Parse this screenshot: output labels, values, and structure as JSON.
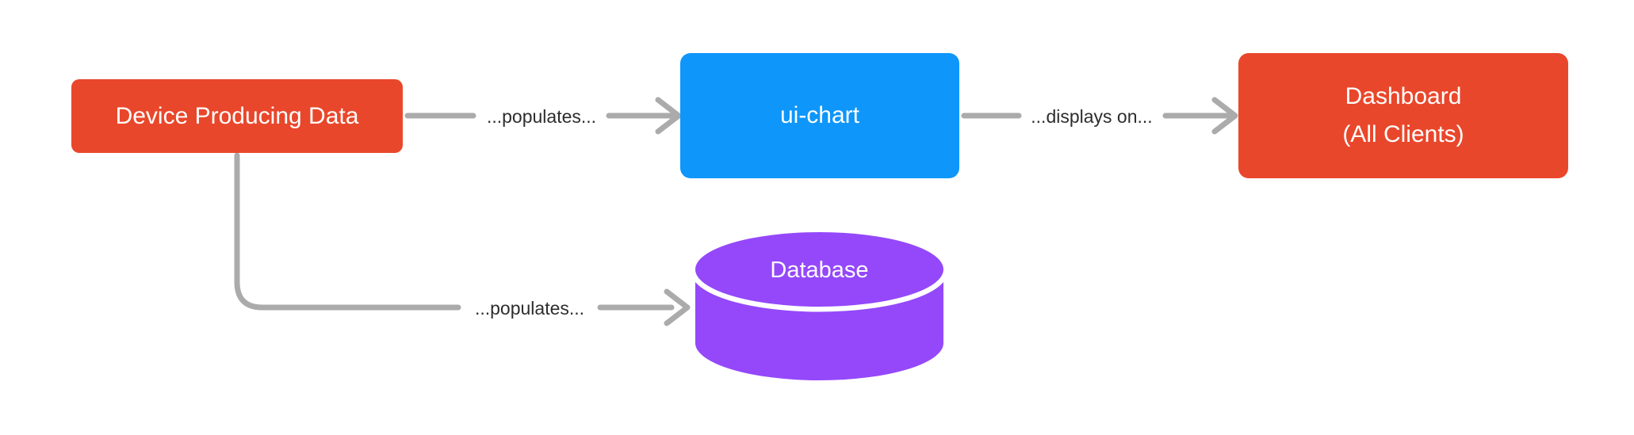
{
  "diagram": {
    "colors": {
      "node_orange": "#E9472B",
      "node_blue": "#0E96FA",
      "node_purple": "#9448FA",
      "connector_gray": "#ABABAB",
      "edge_label_text": "#2D2D2D",
      "node_text": "#FFFFFF",
      "canvas_bg": "#FFFFFF"
    },
    "nodes": {
      "device": {
        "label": "Device Producing Data",
        "shape": "rounded-rect",
        "color": "#E9472B"
      },
      "ui_chart": {
        "label": "ui-chart",
        "shape": "rounded-rect",
        "color": "#0E96FA"
      },
      "dashboard": {
        "label_line1": "Dashboard",
        "label_line2": "(All Clients)",
        "shape": "rounded-rect",
        "color": "#E9472B"
      },
      "database": {
        "label": "Database",
        "shape": "cylinder",
        "color": "#9448FA"
      }
    },
    "edges": [
      {
        "from": "device",
        "to": "ui_chart",
        "label": "...populates..."
      },
      {
        "from": "ui_chart",
        "to": "dashboard",
        "label": "...displays on..."
      },
      {
        "from": "device",
        "to": "database",
        "label": "...populates..."
      }
    ]
  }
}
